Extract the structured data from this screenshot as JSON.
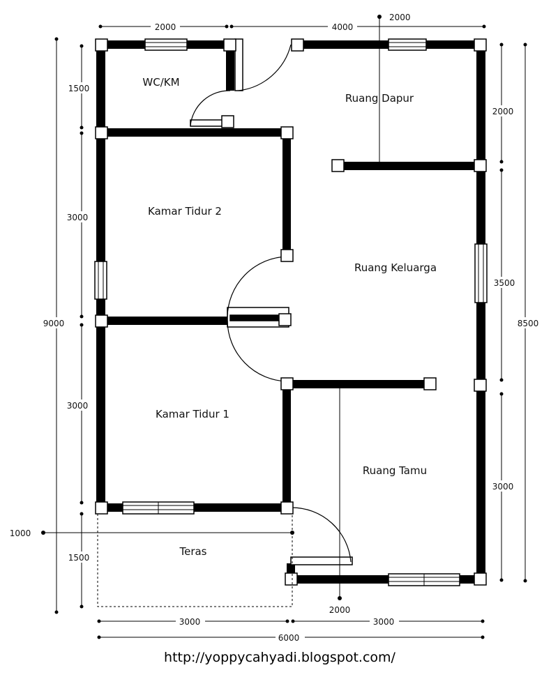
{
  "rooms": {
    "wc": "WC/KM",
    "dapur": "Ruang Dapur",
    "kamar2": "Kamar Tidur 2",
    "keluarga": "Ruang Keluarga",
    "kamar1": "Kamar Tidur 1",
    "tamu": "Ruang Tamu",
    "teras": "Teras"
  },
  "dimensions": {
    "top_left": "2000",
    "top_right": "4000",
    "top_marker": "2000",
    "left_wc": "1500",
    "left_kamar2": "3000",
    "left_kamar1": "3000",
    "left_teras": "1500",
    "left_total": "9000",
    "left_teras_offset": "1000",
    "right_dapur": "2000",
    "right_keluarga": "3500",
    "right_tamu": "3000",
    "right_total": "8500",
    "bottom_marker": "2000",
    "bottom_left": "3000",
    "bottom_right": "3000",
    "bottom_total": "6000"
  },
  "footer": {
    "url": "http://yoppycahyadi.blogspot.com/"
  }
}
